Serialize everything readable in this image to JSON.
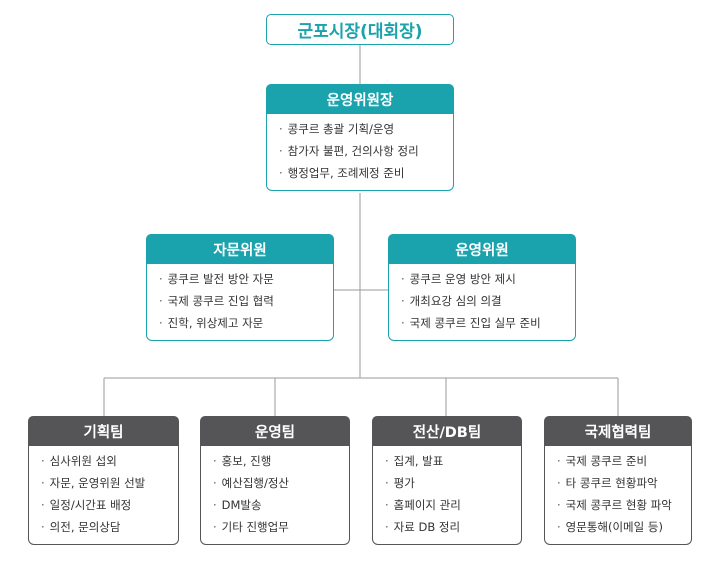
{
  "colors": {
    "accent": "#1aa2ad",
    "team_header": "#555558",
    "connector": "#9a9a9a"
  },
  "root": {
    "title": "군포시장(대회장)"
  },
  "chair": {
    "title": "운영위원장",
    "items": [
      "콩쿠르 총괄 기획/운영",
      "참가자 불편, 건의사항 정리",
      "행정업무, 조례제정 준비"
    ]
  },
  "committees": [
    {
      "title": "자문위원",
      "items": [
        "콩쿠르 발전 방안 자문",
        "국제 콩쿠르 진입 협력",
        "진학, 위상제고 자문"
      ]
    },
    {
      "title": "운영위원",
      "items": [
        "콩쿠르 운영 방안 제시",
        "개최요강 심의 의결",
        "국제 콩쿠르 진입 실무 준비"
      ]
    }
  ],
  "teams": [
    {
      "title": "기획팀",
      "items": [
        "심사위원 섭외",
        "자문, 운영위원 선발",
        "일정/시간표 배정",
        "의전, 문의상담"
      ]
    },
    {
      "title": "운영팀",
      "items": [
        "홍보, 진행",
        "예산집행/정산",
        "DM발송",
        "기타 진행업무"
      ]
    },
    {
      "title": "전산/DB팀",
      "items": [
        "집계, 발표",
        "평가",
        "홈페이지 관리",
        "자료 DB 정리"
      ]
    },
    {
      "title": "국제협력팀",
      "items": [
        "국제 콩쿠르 준비",
        "타 콩쿠르 현황파악",
        "국제 콩쿠르 현황 파악",
        "영문통해(이메일 등)"
      ]
    }
  ]
}
